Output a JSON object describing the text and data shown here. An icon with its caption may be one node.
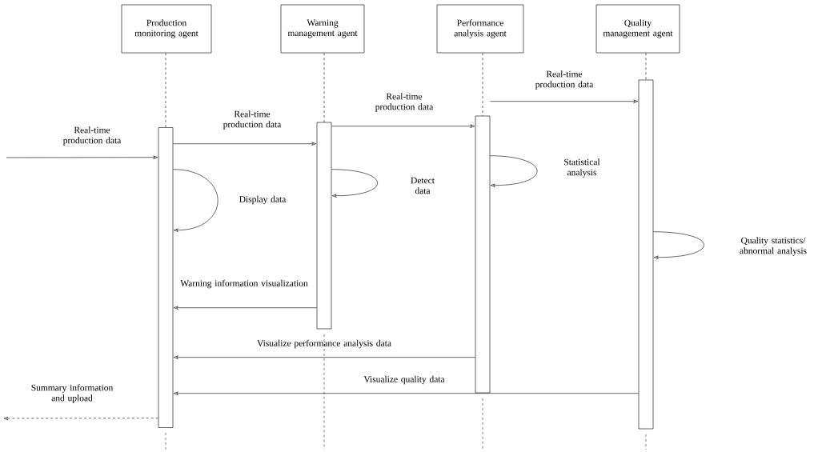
{
  "diagram": {
    "nodes": [
      {
        "text": [
          "Production monitoring agent"
        ]
      },
      {
        "text": [
          "Warning management agent"
        ]
      },
      {
        "text": [
          "Performance analysis agent"
        ]
      },
      {
        "text": [
          "Quality management agent"
        ]
      },
      {
        "text": [],
        "shape": "bar"
      },
      {
        "text": [],
        "shape": "bar"
      },
      {
        "text": [],
        "shape": "bar"
      },
      {
        "text": [],
        "shape": "bar"
      }
    ],
    "edges": [
      {
        "from": 0,
        "to": 4,
        "arrow": "none",
        "style": "dashed"
      },
      {
        "from": 1,
        "to": 5,
        "arrow": "none",
        "style": "dashed"
      },
      {
        "from": 2,
        "to": 6,
        "arrow": "none",
        "style": "dashed"
      },
      {
        "from": 3,
        "to": 7,
        "arrow": "none",
        "style": "dashed"
      },
      {
        "from": 6,
        "to": 7,
        "arrow": "to",
        "label": "Real-time production data"
      },
      {
        "from": 5,
        "to": 6,
        "arrow": "to",
        "label": "Real-time production data"
      },
      {
        "from": 4,
        "to": 5,
        "arrow": "to",
        "label": "Real-time production data"
      },
      {
        "from": null,
        "to": 4,
        "arrow": "to",
        "label": "Real-time production data"
      },
      {
        "from": 6,
        "to": 6,
        "arrow": "to",
        "label": "Statistical analysis"
      },
      {
        "from": 5,
        "to": 5,
        "arrow": "to",
        "label": "Detect data"
      },
      {
        "from": 4,
        "to": 4,
        "arrow": "to",
        "label": "Display data"
      },
      {
        "from": 7,
        "to": 7,
        "arrow": "to",
        "label": "Quality statistics/ abnormal analysis"
      },
      {
        "from": 5,
        "to": 4,
        "arrow": "to",
        "label": "Warning information visualization"
      },
      {
        "from": 6,
        "to": 4,
        "arrow": "to",
        "label": "Visualize performance analysis data"
      },
      {
        "from": 7,
        "to": 4,
        "arrow": "to",
        "label": "Visualize quality data"
      },
      {
        "from": 4,
        "to": null,
        "arrow": "to",
        "label": "Summary information and upload",
        "style": "dashed"
      }
    ]
  }
}
